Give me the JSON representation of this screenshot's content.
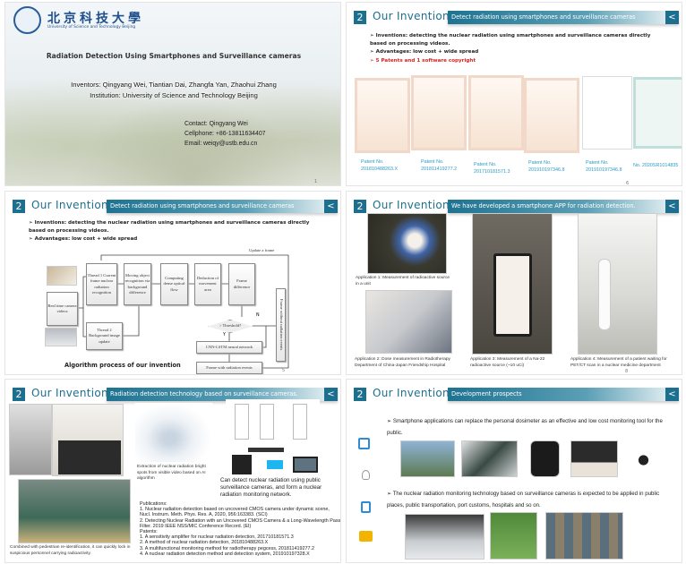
{
  "slide1": {
    "university_cn": "北京科技大學",
    "university_en": "University of Science and Technology Beijing",
    "title": "Radiation Detection Using Smartphones and Surveillance cameras",
    "inventors": "Inventors: Qingyang Wei, Tiantian Dai, Zhangfa Yan, Zhaohui Zhang",
    "institution": "Institution: University of Science and Technology Beijing",
    "contact": "Contact: Qingyang Wei",
    "cellphone": "Cellphone: +86-13811634407",
    "email": "Email:  weiqy@ustb.edu.cn",
    "page": "1"
  },
  "header": {
    "number": "2",
    "section": "Our Inventions",
    "share_icon": "share-icon"
  },
  "slide2": {
    "banner": "Detect radiation using smartphones and surveillance cameras",
    "bullets": [
      "Inventions: detecting the nuclear radiation using smartphones and surveillance cameras directly based on processing videos.",
      "Advantages: low cost + wide spread",
      "5 Patents and 1 software copyright"
    ],
    "highlight_color": "#e02020",
    "patents": [
      {
        "label": "Patent No.",
        "number": "201810488263.X"
      },
      {
        "label": "Patent No.",
        "number": "201811419277.2"
      },
      {
        "label": "Patent No.",
        "number": "201710181571.3"
      },
      {
        "label": "Patent No.",
        "number": "201910197346.8"
      },
      {
        "label": "Patent No.",
        "number": "201910197346.8"
      },
      {
        "label": "",
        "number": "No. 2020SR1014835"
      }
    ],
    "page": "6"
  },
  "slide3": {
    "banner": "Detect radiation using smartphones and surveillance cameras",
    "bullets": [
      "Inventions: detecting the nuclear radiation using smartphones and surveillance cameras directly based on processing videos.",
      "Advantages: low cost + wide spread"
    ],
    "flow": {
      "update": "Update a frame",
      "realtime": "Real time camera videos",
      "thread1": "Thread 1 Current frame nuclear radiation recognition",
      "moving": "Moving object recognition via background difference",
      "computing": "Computing dense optical flow",
      "deduction": "Deduction of movement area",
      "framediff": "Frame difference",
      "thread2": "Thread 2 Background image update",
      "threshold": "> Threshold?",
      "n": "N",
      "y": "Y",
      "cnn": "CNN-LSTM neural network",
      "withrad": "Frame with radiation events",
      "without": "Frame without radiation events"
    },
    "caption": "Algorithm process of our invention",
    "page": "5"
  },
  "slide4": {
    "banner": "We have developed a smartphone APP for radiation detection.",
    "captions": [
      "Application 1:   Measurement of radioactive source in a unit",
      "Application 2:   Dose measurement in Radiotherapy Department of  China-Japan Friendship Hospital",
      "Application 3:   Measurement of a Na-22 radioactive source (~10 uCi)",
      "Application 4:   Measurement of a patient waiting for PET/CT scan in a nuclear medicine department"
    ],
    "page": "8"
  },
  "slide5": {
    "banner": "Radiation detection technology based on surveillance cameras.",
    "cap_extract": "Extraction of nuclear radiation bright spots from visible video based on AI algorithm",
    "cap_network": "Can detect nuclear radiation using public surveillance cameras, and form a nuclear radiation monitoring network.",
    "cap_reid": "Combined with pedestrian re-identification, it can quickly lock in suspicious personnel carrying radioactivity.",
    "pub_heading": "Publications:",
    "publications": [
      "1.    Nuclear radiation detection based on uncovered CMOS camera under dynamic scene, Nucl. Instrum. Meth. Phys. Res. A, 2020, 956:163383. (SCI)",
      "2.    Detecting Nuclear Radiation with an Uncovered CMOS Camera & a Long-Wavelength Pass Filter. 2019 IEEE NSS/MIC Conference Record. (EI)"
    ],
    "pat_heading": "Patents:",
    "patents": [
      "1.    A sensitivity amplifier for nuclear radiation detection, 201710181571.3",
      "2.    A method of nuclear radiation detection, 201810488263.X",
      "3.    A multifunctional monitoring method for radiotherapy pegcess, 201811419277.2",
      "4.    A nuclear radiation detection method and detection system, 201910197328.X"
    ]
  },
  "slide6": {
    "banner": "Development prospects",
    "bullets": [
      "Smartphone applications can replace the personal dosimeter as an effective and low cost monitoring tool for the public.",
      "The nuclear radiation monitoring technology based on surveillance cameras is expected to be applied in public places, public transportation, port customs, hospitals and so on."
    ],
    "icon_color": "#2e8bd6",
    "accent_icon_color": "#f2b400"
  }
}
